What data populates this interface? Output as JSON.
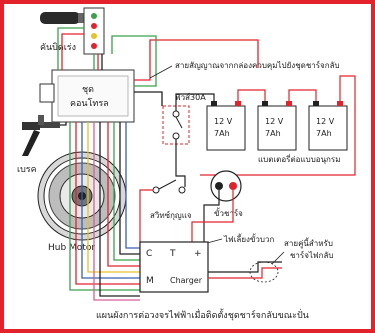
{
  "labels": {
    "throttle": "คันบิดเร่ง",
    "controller_line1": "ชุด",
    "controller_line2": "คอนโทรล",
    "brake": "เบรค",
    "hub_motor": "Hub Motor",
    "signal_wire_note": "สายสัญญาณจากกล่องควบคุมไปยังชุดชาร์จกลับ",
    "fuse": "ฟิวส์30A",
    "battery_voltage": "12 V",
    "battery_capacity": "7Ah",
    "battery_series_note": "แบตเตอรี่ต่อแบบอนุกรม",
    "key_switch": "สวิทซ์กุญแจ",
    "charge_port": "ขั้วชาร์จ",
    "positive_wire": "ไฟเลี้ยงขั้วบวก",
    "charger_C": "C",
    "charger_T": "T",
    "charger_plus": "+",
    "charger_M": "M",
    "charger_name": "Charger",
    "charger_wire_note_line1": "สายคู่นี้สำหรับ",
    "charger_wire_note_line2": "ชาร์จไฟกลับ",
    "caption": "แผนผังการต่อวงจรไฟฟ้าเมื่อติดตั้งชุดชาร์จกลับขณะปั่น"
  },
  "colors": {
    "frame": "#e2232c",
    "wire_red": "#e2232c",
    "wire_green": "#3aa14a",
    "wire_blue": "#3b5fb0",
    "wire_black": "#222222",
    "wire_yellow": "#e5c22a",
    "wire_pink": "#d6609a"
  }
}
